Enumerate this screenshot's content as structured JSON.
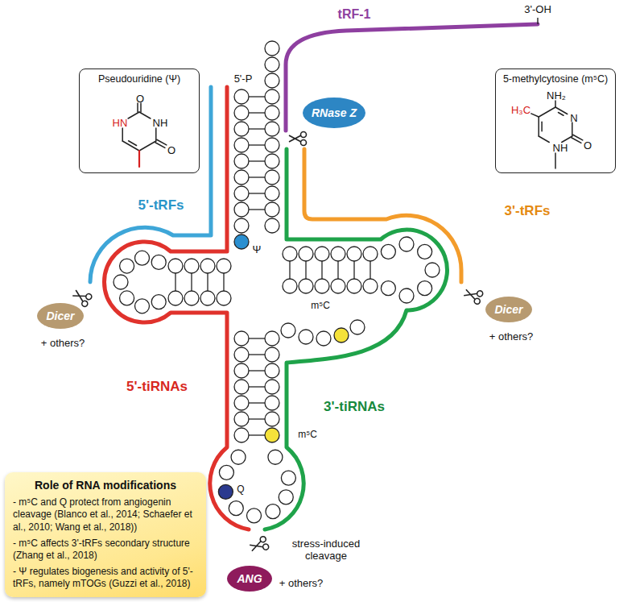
{
  "diagram": {
    "nodes": [
      {
        "text": [
          "Pseudouridine (Ψ)",
          "HN",
          "NH",
          "O",
          "O"
        ]
      },
      {
        "text": [
          "5-methylcytosine (m⁵C)",
          "NH₂",
          "N",
          "O",
          "NH",
          "H₃C"
        ]
      },
      {
        "text": [
          "RNase Z"
        ]
      },
      {
        "text": [
          "Dicer"
        ]
      },
      {
        "text": [
          "Dicer"
        ]
      },
      {
        "text": [
          "Role of RNA modifications",
          "- m⁵C and Q protect from angiogenin cleavage (Blanco et al., 2014; Schaefer et al., 2010; Wang et al., 2018))",
          "- m⁵C affects 3'-tRFs secondary structure (Zhang et al., 2018)",
          "- Ψ regulates biogenesis and activity of 5'-tRFs, namely mTOGs (Guzzi et al., 2018)"
        ]
      },
      {
        "text": [
          "ANG"
        ]
      }
    ],
    "labels": [
      "3'-OH",
      "tRF-1",
      "5'-P",
      "5'-tRFs",
      "3'-tRFs",
      "Ψ",
      "m⁵C",
      "+ others?",
      "+ others?",
      "5'-tiRNAs",
      "3'-tiRNAs",
      "m⁵C",
      "Q",
      "stress-induced cleavage",
      "+ others?"
    ]
  }
}
